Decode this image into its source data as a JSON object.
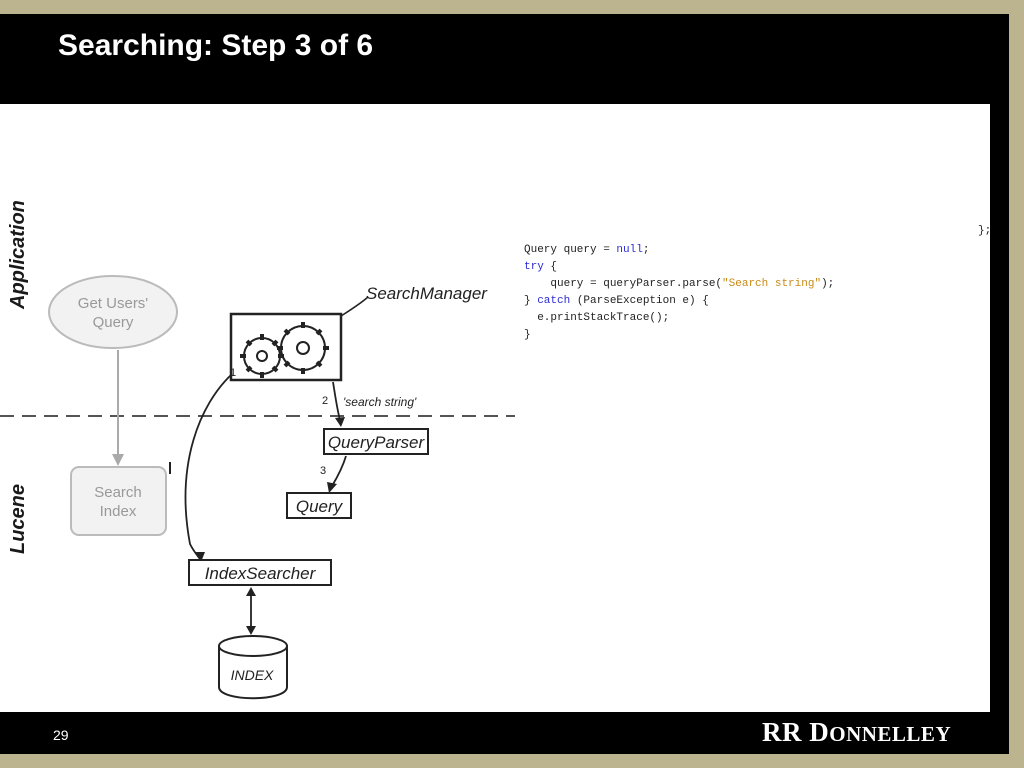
{
  "slide": {
    "title": "Searching: Step 3 of 6",
    "page_number": "29",
    "brand": {
      "first": "RR ",
      "second_initial": "D",
      "second_rest": "ONNELLEY"
    }
  },
  "diagram": {
    "layer_application": "Application",
    "layer_lucene": "Lucene",
    "get_users_query_line1": "Get Users'",
    "get_users_query_line2": "Query",
    "search_index_line1": "Search",
    "search_index_line2": "Index",
    "search_manager": "SearchManager",
    "step1": "1",
    "step2": "2",
    "step3": "3",
    "search_string": "'search string'",
    "query_parser": "QueryParser",
    "query": "Query",
    "index_searcher": "IndexSearcher",
    "index": "INDEX"
  },
  "code": {
    "top_fragment": "};",
    "line1_a": "Query query = ",
    "line1_kw": "null",
    "line1_b": ";",
    "line2_kw": "try",
    "line2_b": " {",
    "line3_a": "    query = queryParser.parse(",
    "line3_str": "\"Search string\"",
    "line3_b": ");",
    "line4_a": "} ",
    "line4_kw": "catch",
    "line4_b": " (ParseException e) {",
    "line5": "  e.printStackTrace();",
    "line6": "}"
  }
}
